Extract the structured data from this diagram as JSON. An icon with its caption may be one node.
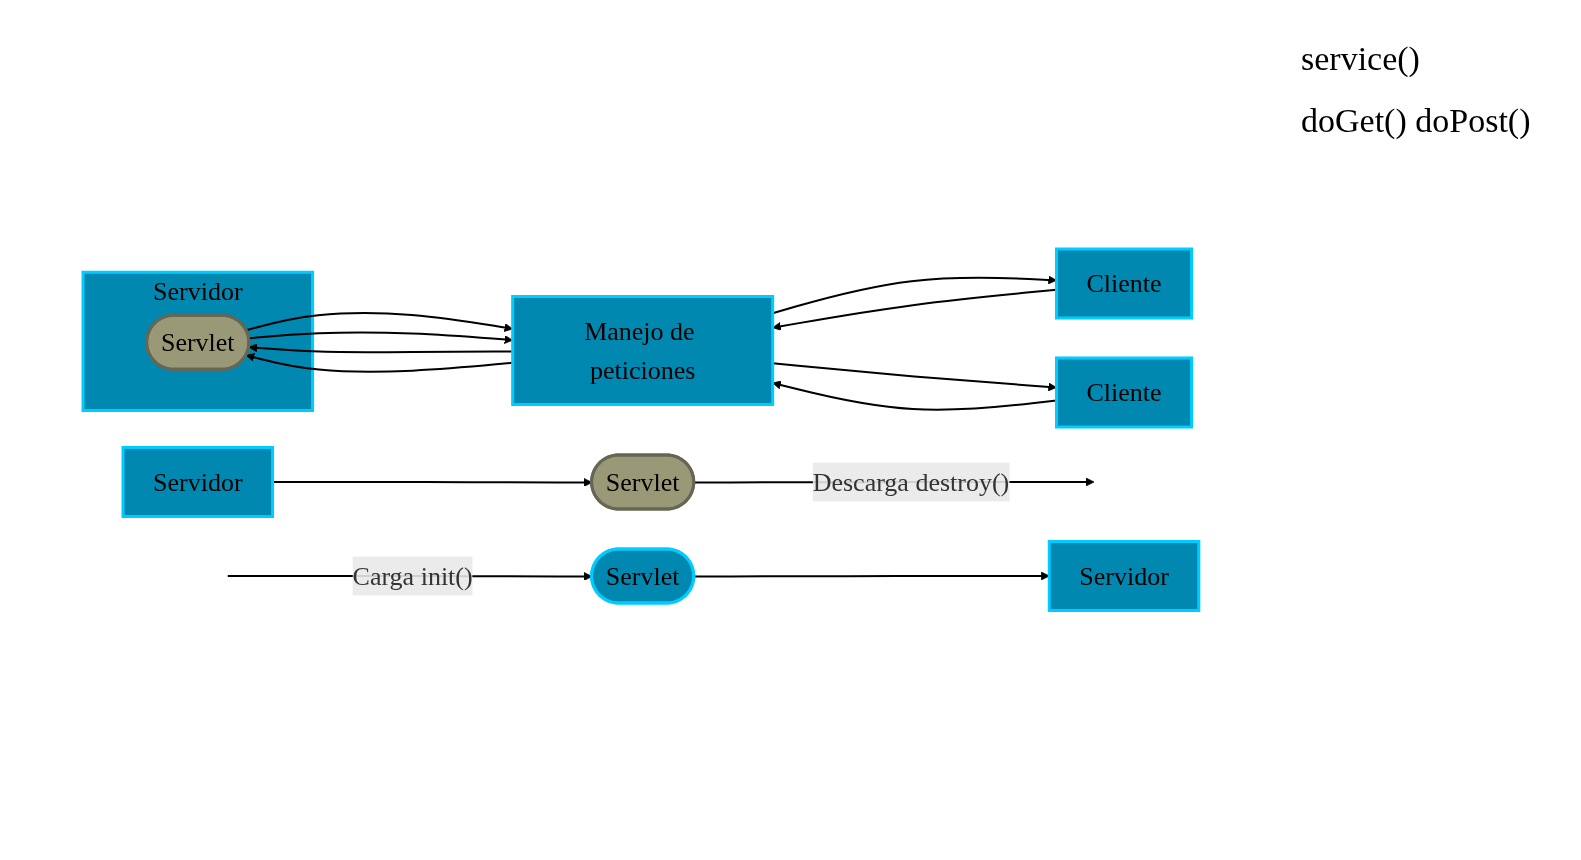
{
  "diagram": {
    "nodes": [
      {
        "text": [
          "Servidor"
        ]
      },
      {
        "text": [
          "Servlet"
        ]
      },
      {
        "text": [
          "Servidor"
        ]
      },
      {
        "text": [
          "Servlet"
        ],
        "in": 2
      },
      {
        "text": [
          "Manejo de peticiones"
        ]
      },
      {
        "text": [
          "Cliente"
        ]
      },
      {
        "text": [
          "Cliente"
        ]
      },
      {
        "text": [
          "Servidor"
        ]
      },
      {
        "text": [
          "Servlet"
        ]
      }
    ],
    "edges": [
      {
        "from": null,
        "to": 1,
        "arrow": "to",
        "label": "Carga init()"
      },
      {
        "from": 1,
        "to": 0,
        "arrow": "to"
      },
      {
        "from": 4,
        "to": 3,
        "arrow": "to"
      },
      {
        "from": 3,
        "to": 4,
        "arrow": "to"
      },
      {
        "from": 4,
        "to": 3,
        "arrow": "to"
      },
      {
        "from": 3,
        "to": 4,
        "arrow": "to"
      },
      {
        "from": 5,
        "to": 4,
        "arrow": "to"
      },
      {
        "from": 4,
        "to": 5,
        "arrow": "to"
      },
      {
        "from": 6,
        "to": 4,
        "arrow": "to"
      },
      {
        "from": 4,
        "to": 6,
        "arrow": "to"
      },
      {
        "from": 7,
        "to": 8,
        "arrow": "to"
      },
      {
        "from": 8,
        "to": null,
        "arrow": "to",
        "label": "Descarga destroy()"
      }
    ],
    "labels": [
      "service()",
      "doGet() doPost()"
    ]
  }
}
